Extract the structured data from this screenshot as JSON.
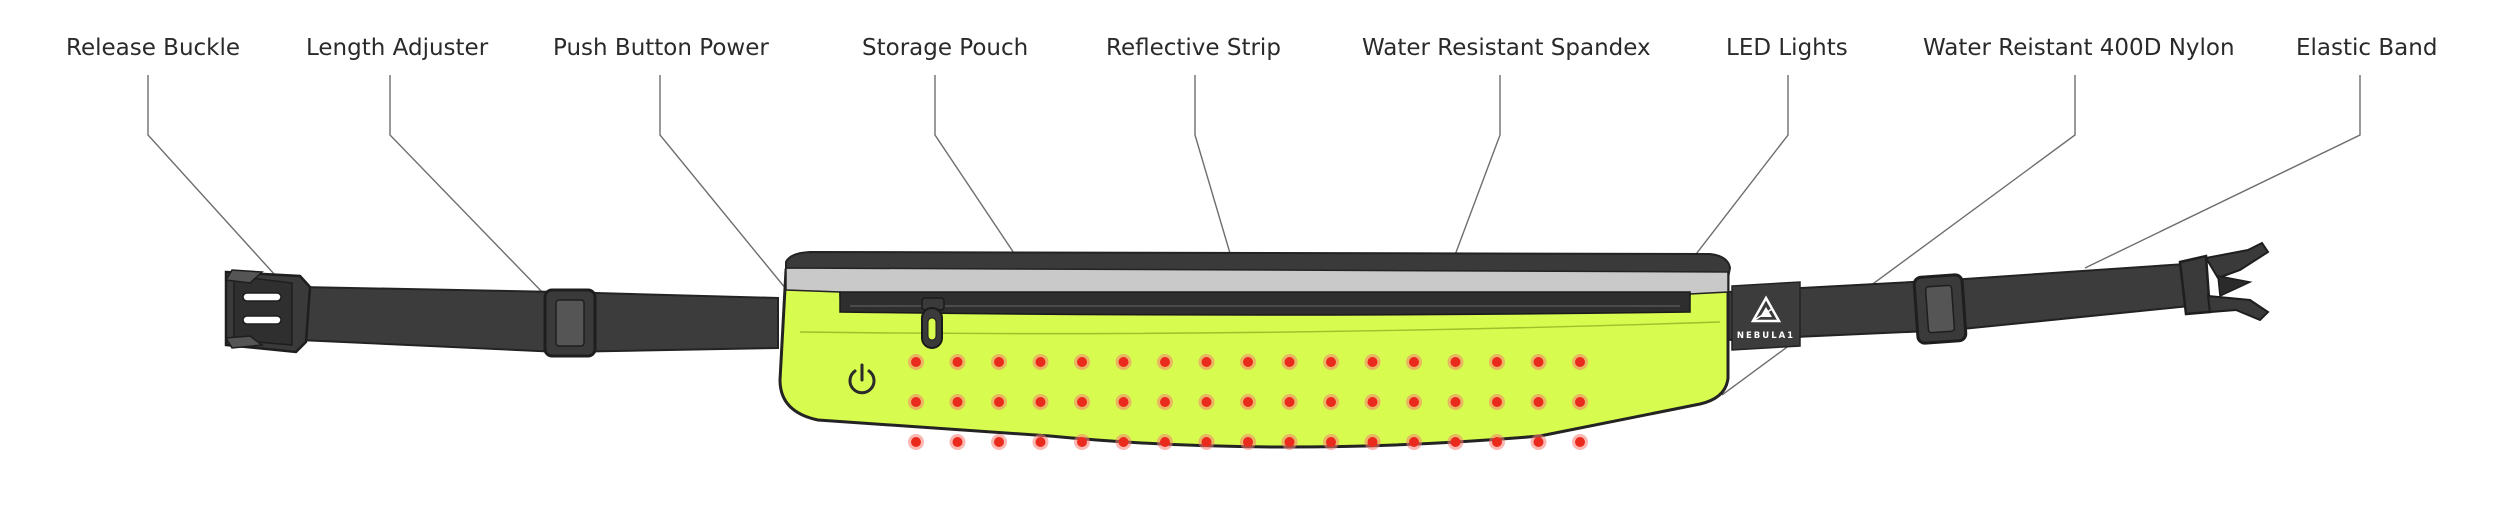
{
  "callouts": [
    {
      "id": "release-buckle",
      "label": "Release Buckle"
    },
    {
      "id": "length-adjuster",
      "label": "Length Adjuster"
    },
    {
      "id": "push-button-power",
      "label": "Push Button Power"
    },
    {
      "id": "storage-pouch",
      "label": "Storage Pouch"
    },
    {
      "id": "reflective-strip",
      "label": "Reflective Strip"
    },
    {
      "id": "water-resistant-spandex",
      "label": "Water Resistant Spandex"
    },
    {
      "id": "led-lights",
      "label": "LED Lights"
    },
    {
      "id": "water-reistant-nylon",
      "label": "Water Reistant 400D Nylon"
    },
    {
      "id": "elastic-band",
      "label": "Elastic Band"
    }
  ],
  "product": {
    "brand": "NEBULA1",
    "led_grid": {
      "rows": 3,
      "columns": 17
    }
  },
  "colors": {
    "belt": "#3c3c3c",
    "outline": "#232323",
    "pouch_body": "#d8fb4f",
    "reflective_strip": "#c9c9c9",
    "led": "#ea2a1c",
    "led_glow": "#f77e74"
  }
}
